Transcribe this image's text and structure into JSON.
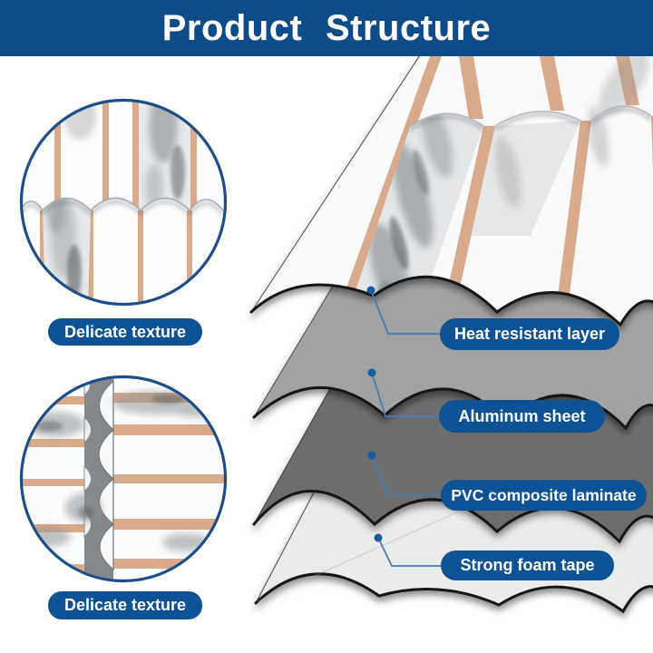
{
  "header": {
    "title": "Product Structure"
  },
  "insets": [
    {
      "label": "Delicate texture"
    },
    {
      "label": "Delicate texture"
    }
  ],
  "layers": [
    {
      "name": "heat-resistant-layer",
      "label": "Heat resistant layer"
    },
    {
      "name": "aluminum-sheet",
      "label": "Aluminum sheet"
    },
    {
      "name": "pvc-composite-laminate",
      "label": "PVC composite laminate"
    },
    {
      "name": "strong-foam-tape",
      "label": "Strong foam tape"
    }
  ],
  "colors": {
    "header-bg": "#0d4c88",
    "pill-bg": "#0d5295",
    "line": "#4a7bae",
    "dot": "#1b5a9e",
    "copper": "#d9ab8c",
    "alum": "#a2a2a2",
    "pvc": "#6d6d6d",
    "foam": "#eaecec",
    "border-blue": "#1d4e87",
    "outline": "#161616"
  }
}
